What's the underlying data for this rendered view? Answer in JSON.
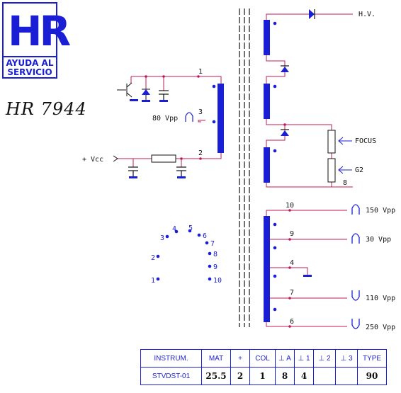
{
  "logo": {
    "mark": "HR",
    "subtitle_line1": "AYUDA AL",
    "subtitle_line2": "SERVICIO"
  },
  "model": "HR 7944",
  "labels": {
    "hv": "H.V.",
    "focus": "FOCUS",
    "g2": "G2",
    "vcc": "+ Vcc",
    "p80": "80 Vpp",
    "p150": "150 Vpp",
    "p30": "30 Vpp",
    "p110": "110 Vpp",
    "p250": "250 Vpp"
  },
  "pins": {
    "n1": "1",
    "n2": "2",
    "n3": "3",
    "n4": "4",
    "n5": "5",
    "n6": "6",
    "n7": "7",
    "n8": "8",
    "n9": "9",
    "n10": "10"
  },
  "spec_table": {
    "headers": [
      "INSTRUM.",
      "MAT",
      "+",
      "COL",
      "⊥ A",
      "⊥ 1",
      "⊥ 2",
      "⊥ 3",
      "TYPE"
    ],
    "values": [
      "STVDST-01",
      "25.5",
      "2",
      "1",
      "8",
      "4",
      "",
      "",
      "90"
    ]
  },
  "colors": {
    "wire": "#c2185b",
    "component": "#1a1fd6",
    "text": "#111111"
  }
}
